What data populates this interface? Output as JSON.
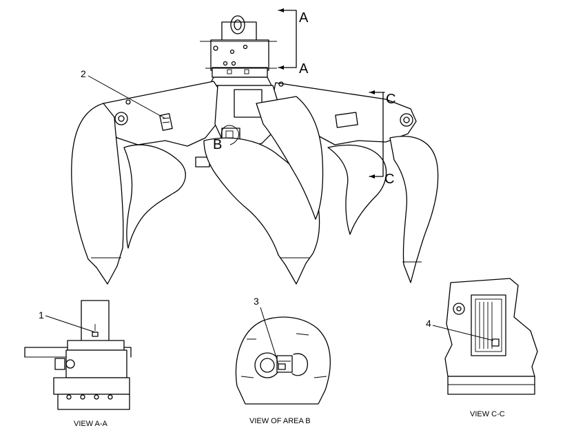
{
  "callouts": {
    "c1": "1",
    "c2": "2",
    "c3": "3",
    "c4": "4"
  },
  "section_markers": {
    "a_top": "A",
    "a_bottom": "A",
    "b": "B",
    "c_top": "C",
    "c_bottom": "C"
  },
  "captions": {
    "view_aa": "VIEW A-A",
    "view_area_b": "VIEW OF AREA B",
    "view_cc": "VIEW C-C"
  }
}
